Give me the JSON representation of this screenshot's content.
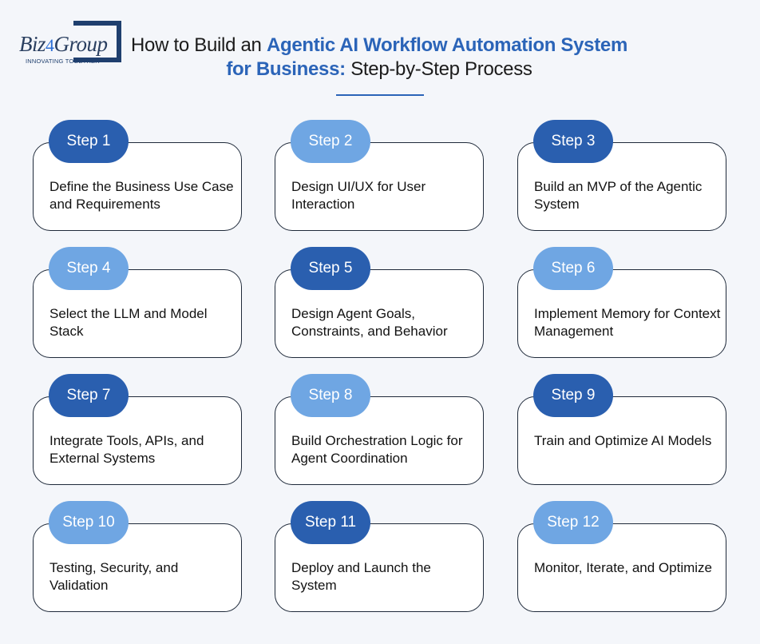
{
  "logo": {
    "brand_prefix": "Biz",
    "brand_mark": "4",
    "brand_suffix": "Group",
    "tagline": "INNOVATING TOGETHER"
  },
  "title": {
    "part1": "How to Build an ",
    "highlight1": "Agentic AI Workflow Automation System for Business:",
    "part2": " Step-by-Step Process"
  },
  "colors": {
    "dark_pill": "#2a5faf",
    "light_pill": "#6fa6e3",
    "accent": "#2b64b8"
  },
  "steps": [
    {
      "label": "Step 1",
      "text": "Define the Business Use Case and Requirements",
      "tone": "dark"
    },
    {
      "label": "Step 2",
      "text": "Design UI/UX for User Interaction",
      "tone": "light"
    },
    {
      "label": "Step 3",
      "text": "Build an MVP of the Agentic System",
      "tone": "dark"
    },
    {
      "label": "Step 4",
      "text": "Select the LLM and Model Stack",
      "tone": "light"
    },
    {
      "label": "Step 5",
      "text": "Design Agent Goals, Constraints, and Behavior",
      "tone": "dark"
    },
    {
      "label": "Step 6",
      "text": "Implement Memory for Context Management",
      "tone": "light"
    },
    {
      "label": "Step 7",
      "text": "Integrate Tools, APIs, and External Systems",
      "tone": "dark"
    },
    {
      "label": "Step 8",
      "text": "Build Orchestration Logic for Agent Coordination",
      "tone": "light"
    },
    {
      "label": "Step 9",
      "text": "Train and Optimize AI Models",
      "tone": "dark"
    },
    {
      "label": "Step 10",
      "text": "Testing, Security, and Validation",
      "tone": "light"
    },
    {
      "label": "Step 11",
      "text": "Deploy and Launch the System",
      "tone": "dark"
    },
    {
      "label": "Step 12",
      "text": "Monitor, Iterate, and Optimize",
      "tone": "light"
    }
  ]
}
